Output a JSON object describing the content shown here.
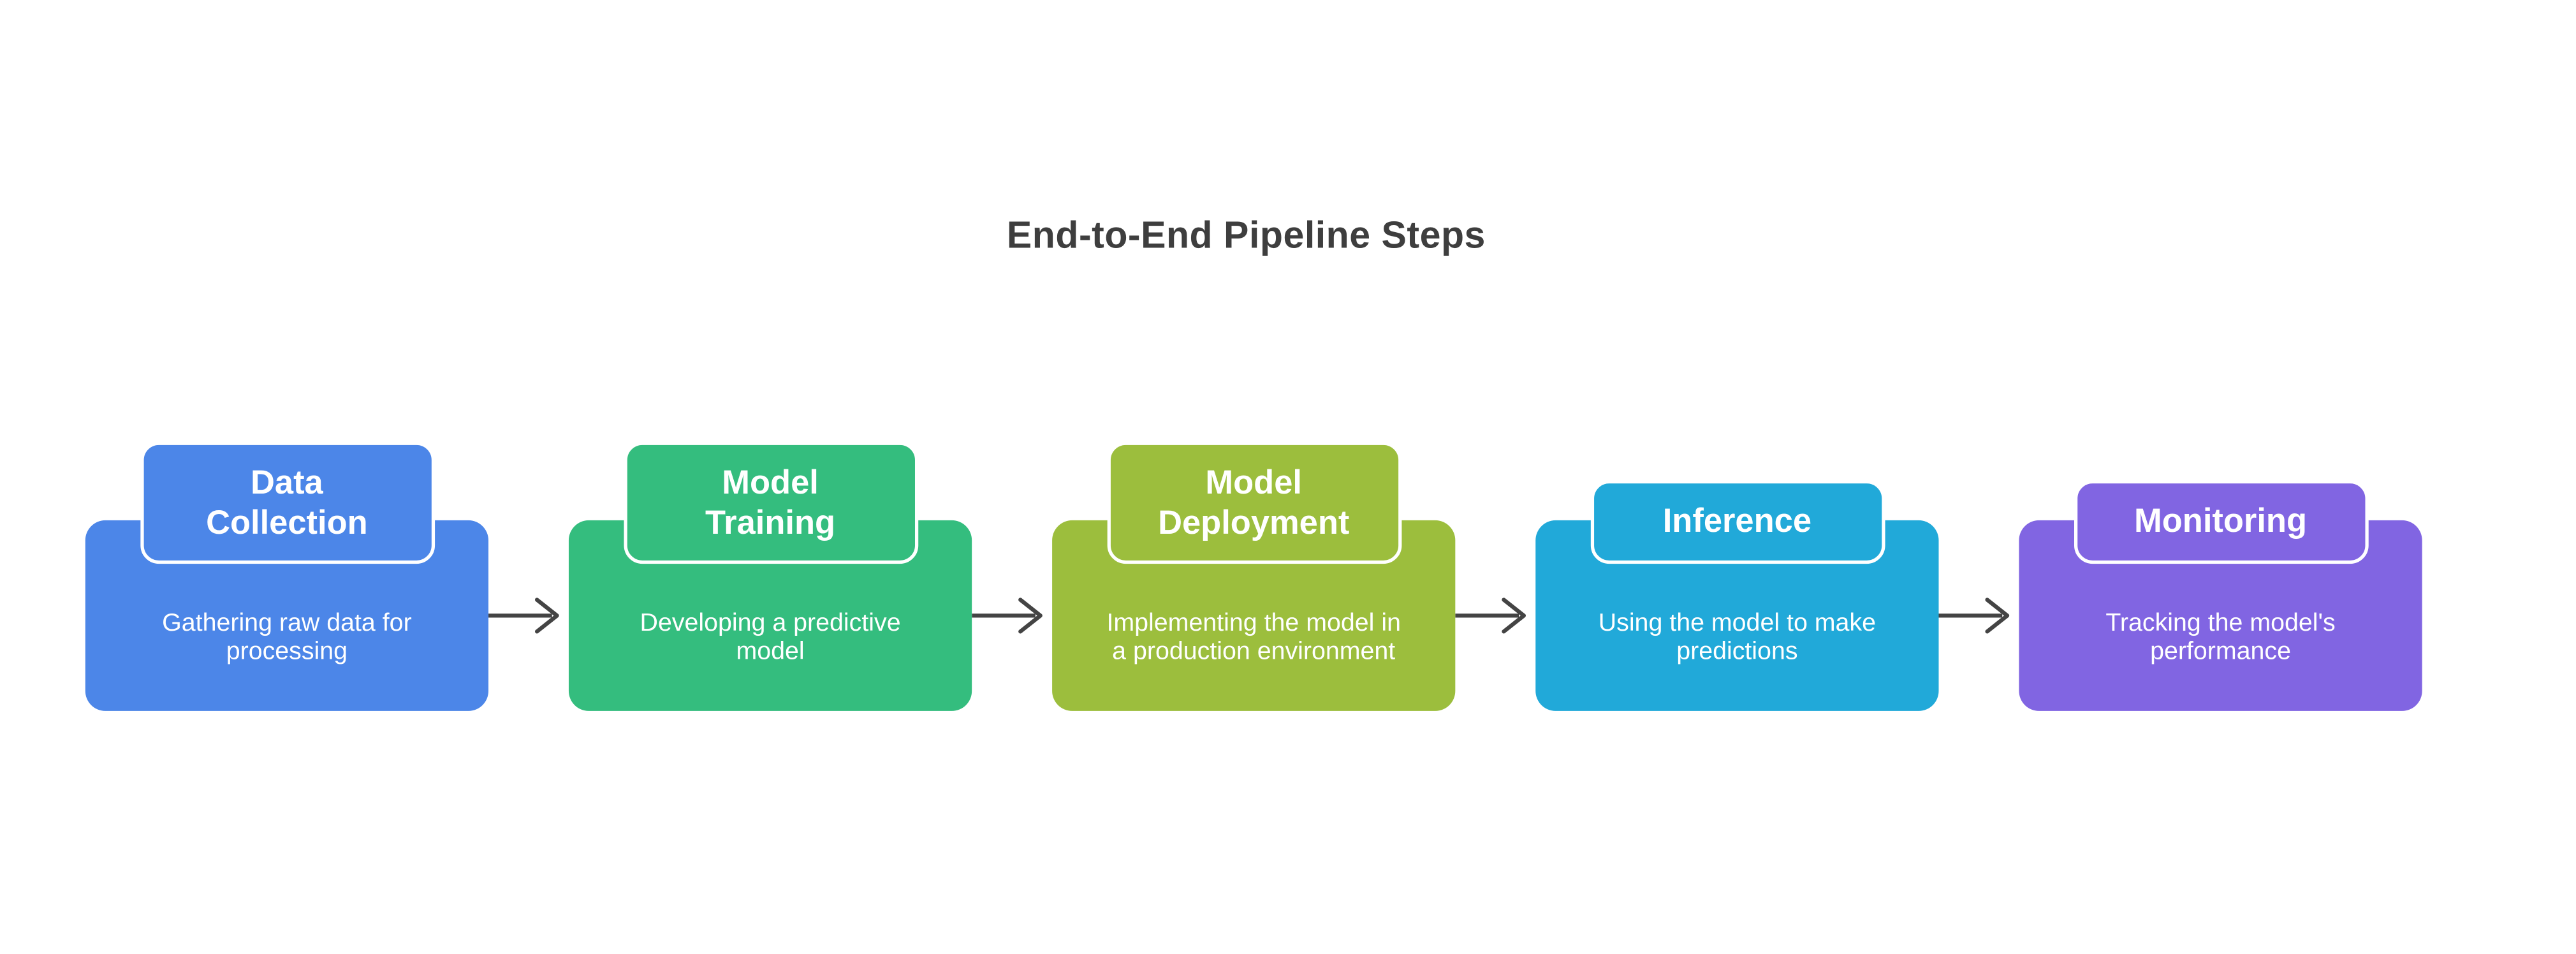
{
  "title": "End-to-End Pipeline Steps",
  "title_color": "#3e3e3e",
  "arrow": {
    "color": "#444444",
    "count": 4
  },
  "steps": [
    {
      "id": "data-collection",
      "color": "#4c86e8",
      "title_lines": [
        "Data",
        "Collection"
      ],
      "desc_lines": [
        "Gathering raw data for",
        "processing"
      ]
    },
    {
      "id": "model-training",
      "color": "#34bd7e",
      "title_lines": [
        "Model",
        "Training"
      ],
      "desc_lines": [
        "Developing a predictive",
        "model"
      ]
    },
    {
      "id": "model-deployment",
      "color": "#9cbe3d",
      "title_lines": [
        "Model",
        "Deployment"
      ],
      "desc_lines": [
        "Implementing the model in",
        "a production environment"
      ]
    },
    {
      "id": "inference",
      "color": "#21a9d9",
      "title_lines": [
        "Inference"
      ],
      "desc_lines": [
        "Using the model to make",
        "predictions"
      ]
    },
    {
      "id": "monitoring",
      "color": "#8165e2",
      "title_lines": [
        "Monitoring"
      ],
      "desc_lines": [
        "Tracking the model's",
        "performance"
      ]
    }
  ]
}
